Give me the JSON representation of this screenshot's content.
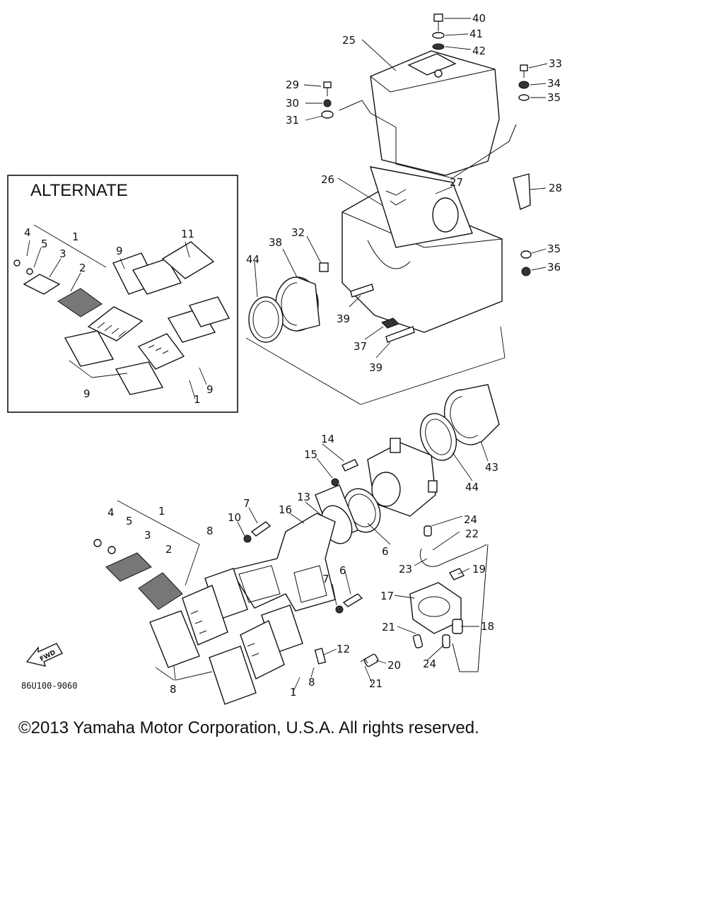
{
  "alternate_box": {
    "title": "ALTERNATE"
  },
  "drawing_code": "86U100-9060",
  "fwd_arrow": {
    "label": "FWD"
  },
  "copyright": "©2013 Yamaha Motor Corporation, U.S.A. All rights reserved.",
  "callouts": [
    "40",
    "41",
    "42",
    "25",
    "33",
    "34",
    "35",
    "29",
    "30",
    "31",
    "26",
    "27",
    "28",
    "32",
    "38",
    "44",
    "35",
    "36",
    "39",
    "37",
    "39",
    "1",
    "11",
    "4",
    "5",
    "3",
    "2",
    "9",
    "9",
    "9",
    "1",
    "14",
    "15",
    "43",
    "44",
    "13",
    "6",
    "7",
    "10",
    "16",
    "4",
    "5",
    "3",
    "1",
    "2",
    "8",
    "24",
    "22",
    "23",
    "19",
    "6",
    "7",
    "17",
    "18",
    "21",
    "12",
    "20",
    "24",
    "21",
    "8",
    "8",
    "1"
  ]
}
